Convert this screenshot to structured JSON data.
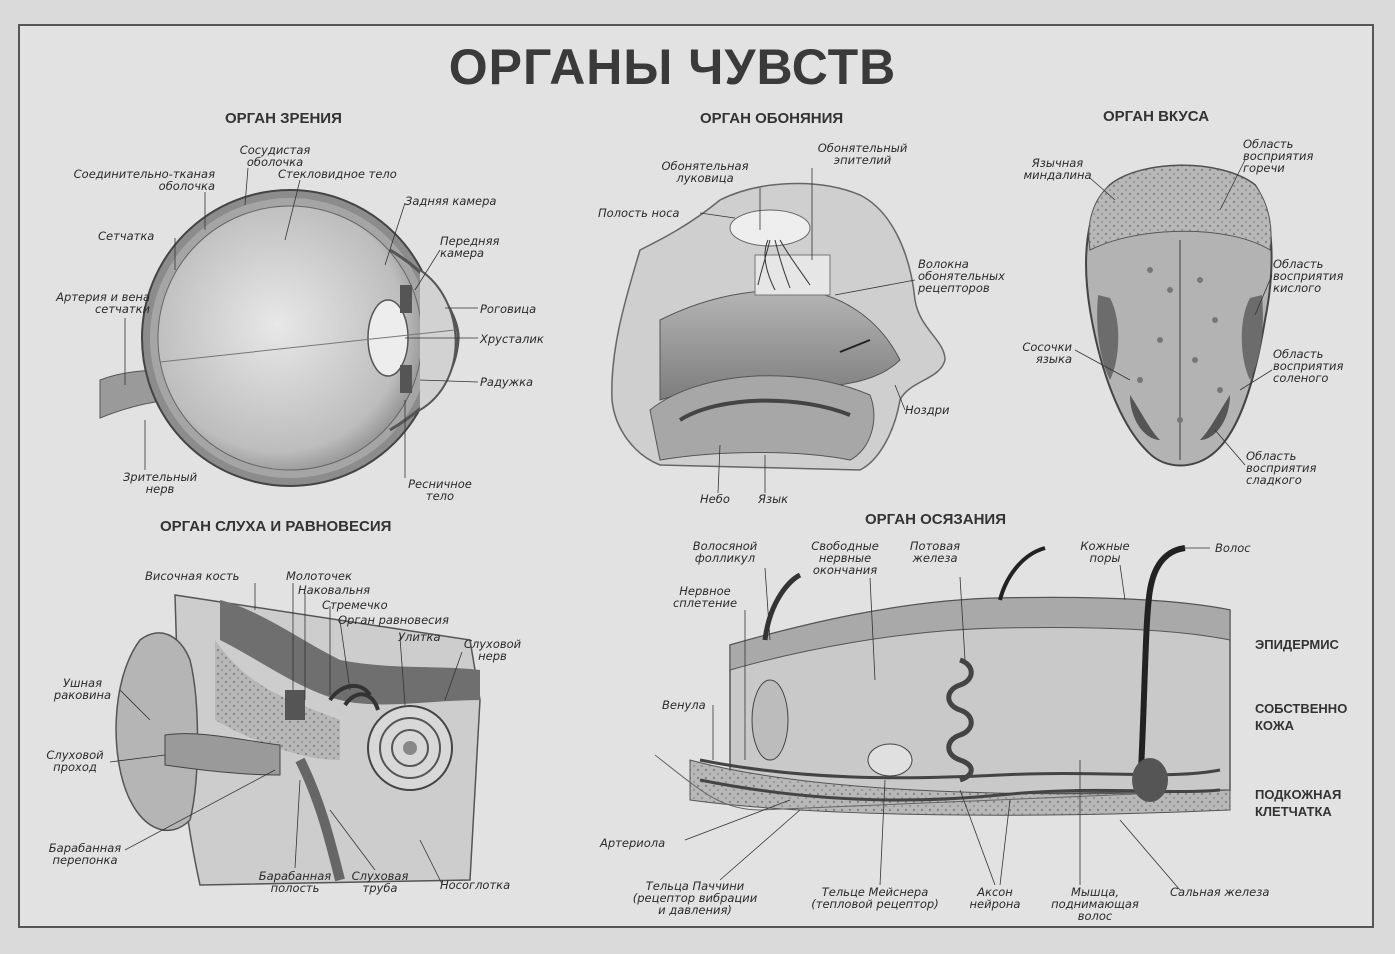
{
  "title": "ОРГАНЫ ЧУВСТВ",
  "sections": {
    "vision": "ОРГАН ЗРЕНИЯ",
    "smell": "ОРГАН ОБОНЯНИЯ",
    "taste": "ОРГАН ВКУСА",
    "hearing": "ОРГАН СЛУХА И РАВНОВЕСИЯ",
    "touch": "ОРГАН ОСЯЗАНИЯ"
  },
  "eye": {
    "connective": "Соединительно-тканая\nоболочка",
    "vascular": "Сосудистая\nоболочка",
    "vitreous": "Стекловидное тело",
    "posterior": "Задняя камера",
    "anterior": "Передняя\nкамера",
    "retina": "Сетчатка",
    "artery": "Артерия и вена\nсетчатки",
    "cornea": "Роговица",
    "lens": "Хрусталик",
    "iris": "Радужка",
    "nerve": "Зрительный\nнерв",
    "ciliary": "Ресничное\nтело"
  },
  "nose": {
    "bulb": "Обонятельная\nлуковица",
    "epithelium": "Обонятельный\nэпителий",
    "cavity": "Полость носа",
    "fibers": "Волокна\nобонятельных\nрецепторов",
    "nostril": "Ноздри",
    "palate": "Небо",
    "tongue": "Язык"
  },
  "tongue": {
    "tonsil": "Язычная\nминдалина",
    "bitter": "Область\nвосприятия\nгоречи",
    "sour": "Область\nвосприятия\nкислого",
    "papillae": "Сосочки\nязыка",
    "salty": "Область\nвосприятия\nсоленого",
    "sweet": "Область\nвосприятия\nсладкого"
  },
  "ear": {
    "temporal": "Височная кость",
    "malleus": "Молоточек",
    "incus": "Наковальня",
    "stapes": "Стремечко",
    "balance": "Орган равновесия",
    "cochlea": "Улитка",
    "auditory_nerve": "Слуховой\nнерв",
    "auricle": "Ушная\nраковина",
    "canal": "Слуховой\nпроход",
    "eardrum": "Барабанная\nперепонка",
    "tympanic": "Барабанная\nполость",
    "tube": "Слуховая\nтруба",
    "nasopharynx": "Носоглотка"
  },
  "skin": {
    "follicle": "Волосяной\nфолликул",
    "free_endings": "Свободные\nнервные\nокончания",
    "sweat": "Потовая\nжелеза",
    "pores": "Кожные\nпоры",
    "hair": "Волос",
    "plexus": "Нервное\nсплетение",
    "venule": "Венула",
    "arteriole": "Артериола",
    "pacini": "Тельца Паччини\n(рецептор вибрации\nи давления)",
    "meissner": "Тельце Мейснера\n(тепловой рецептор)",
    "axon": "Аксон\nнейрона",
    "muscle": "Мышца,\nподнимающая\nволос",
    "sebaceous": "Сальная железа",
    "epidermis": "ЭПИДЕРМИС",
    "dermis": "СОБСТВЕННО\nКОЖА",
    "subcutis": "ПОДКОЖНАЯ\nКЛЕТЧАТКА"
  }
}
